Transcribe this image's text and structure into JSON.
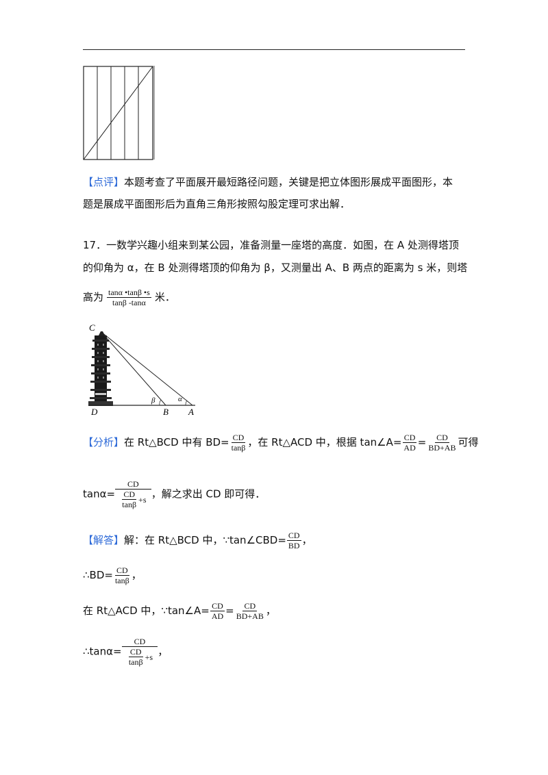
{
  "prev_comment": {
    "tag": "【点评】",
    "line1": "本题考查了平面展开最短路径问题，关键是把立体图形展成平面图形，本",
    "line2": "题是展成平面图形后为直角三角形按照勾股定理可求出解．"
  },
  "question": {
    "line1": "17．一数学兴趣小组来到某公园，准备测量一座塔的高度．如图，在 A 处测得塔顶",
    "line2": "的仰角为 α，在 B 处测得塔顶的仰角为 β，又测量出 A、B 两点的距离为 s 米，则塔",
    "prefix": "高为",
    "answer_num": "tanα •tanβ •s",
    "answer_den": "tanβ -tanα",
    "suffix": "米．"
  },
  "figure": {
    "label_c": "C",
    "label_d": "D",
    "label_b": "B",
    "label_a": "A",
    "label_beta": "β",
    "label_alpha": "α"
  },
  "analysis": {
    "tag": "【分析】",
    "t1": "在 Rt△BCD 中有 BD=",
    "f1_num": "CD",
    "f1_den": "tanβ",
    "t2": "，在 Rt△ACD 中，根据 tan∠A=",
    "f2_num": "CD",
    "f2_den": "AD",
    "t3": "=",
    "f3_num": "CD",
    "f3_den": "BD+AB",
    "t4": "可得",
    "line2_prefix": "tanα=",
    "n_num": "CD",
    "n_inner_num": "CD",
    "n_inner_den": "tanβ",
    "n_plus": "+s",
    "line2_suffix": "，解之求出 CD 即可得．"
  },
  "solution": {
    "tag": "【解答】",
    "l1_text": "解：在 Rt△BCD 中，∵tan∠CBD=",
    "l1_num": "CD",
    "l1_den": "BD",
    "l1_end": "，",
    "l2_text": "∴BD=",
    "l2_num": "CD",
    "l2_den": "tanβ",
    "l2_end": "，",
    "l3_text": "在 Rt△ACD 中，∵tan∠A=",
    "l3_num1": "CD",
    "l3_den1": "AD",
    "l3_eq": "=",
    "l3_num2": "CD",
    "l3_den2": "BD+AB",
    "l3_end": "，",
    "l4_text": "∴tanα=",
    "l4_num": "CD",
    "l4_inner_num": "CD",
    "l4_inner_den": "tanβ",
    "l4_plus": "+s",
    "l4_end": "，"
  }
}
